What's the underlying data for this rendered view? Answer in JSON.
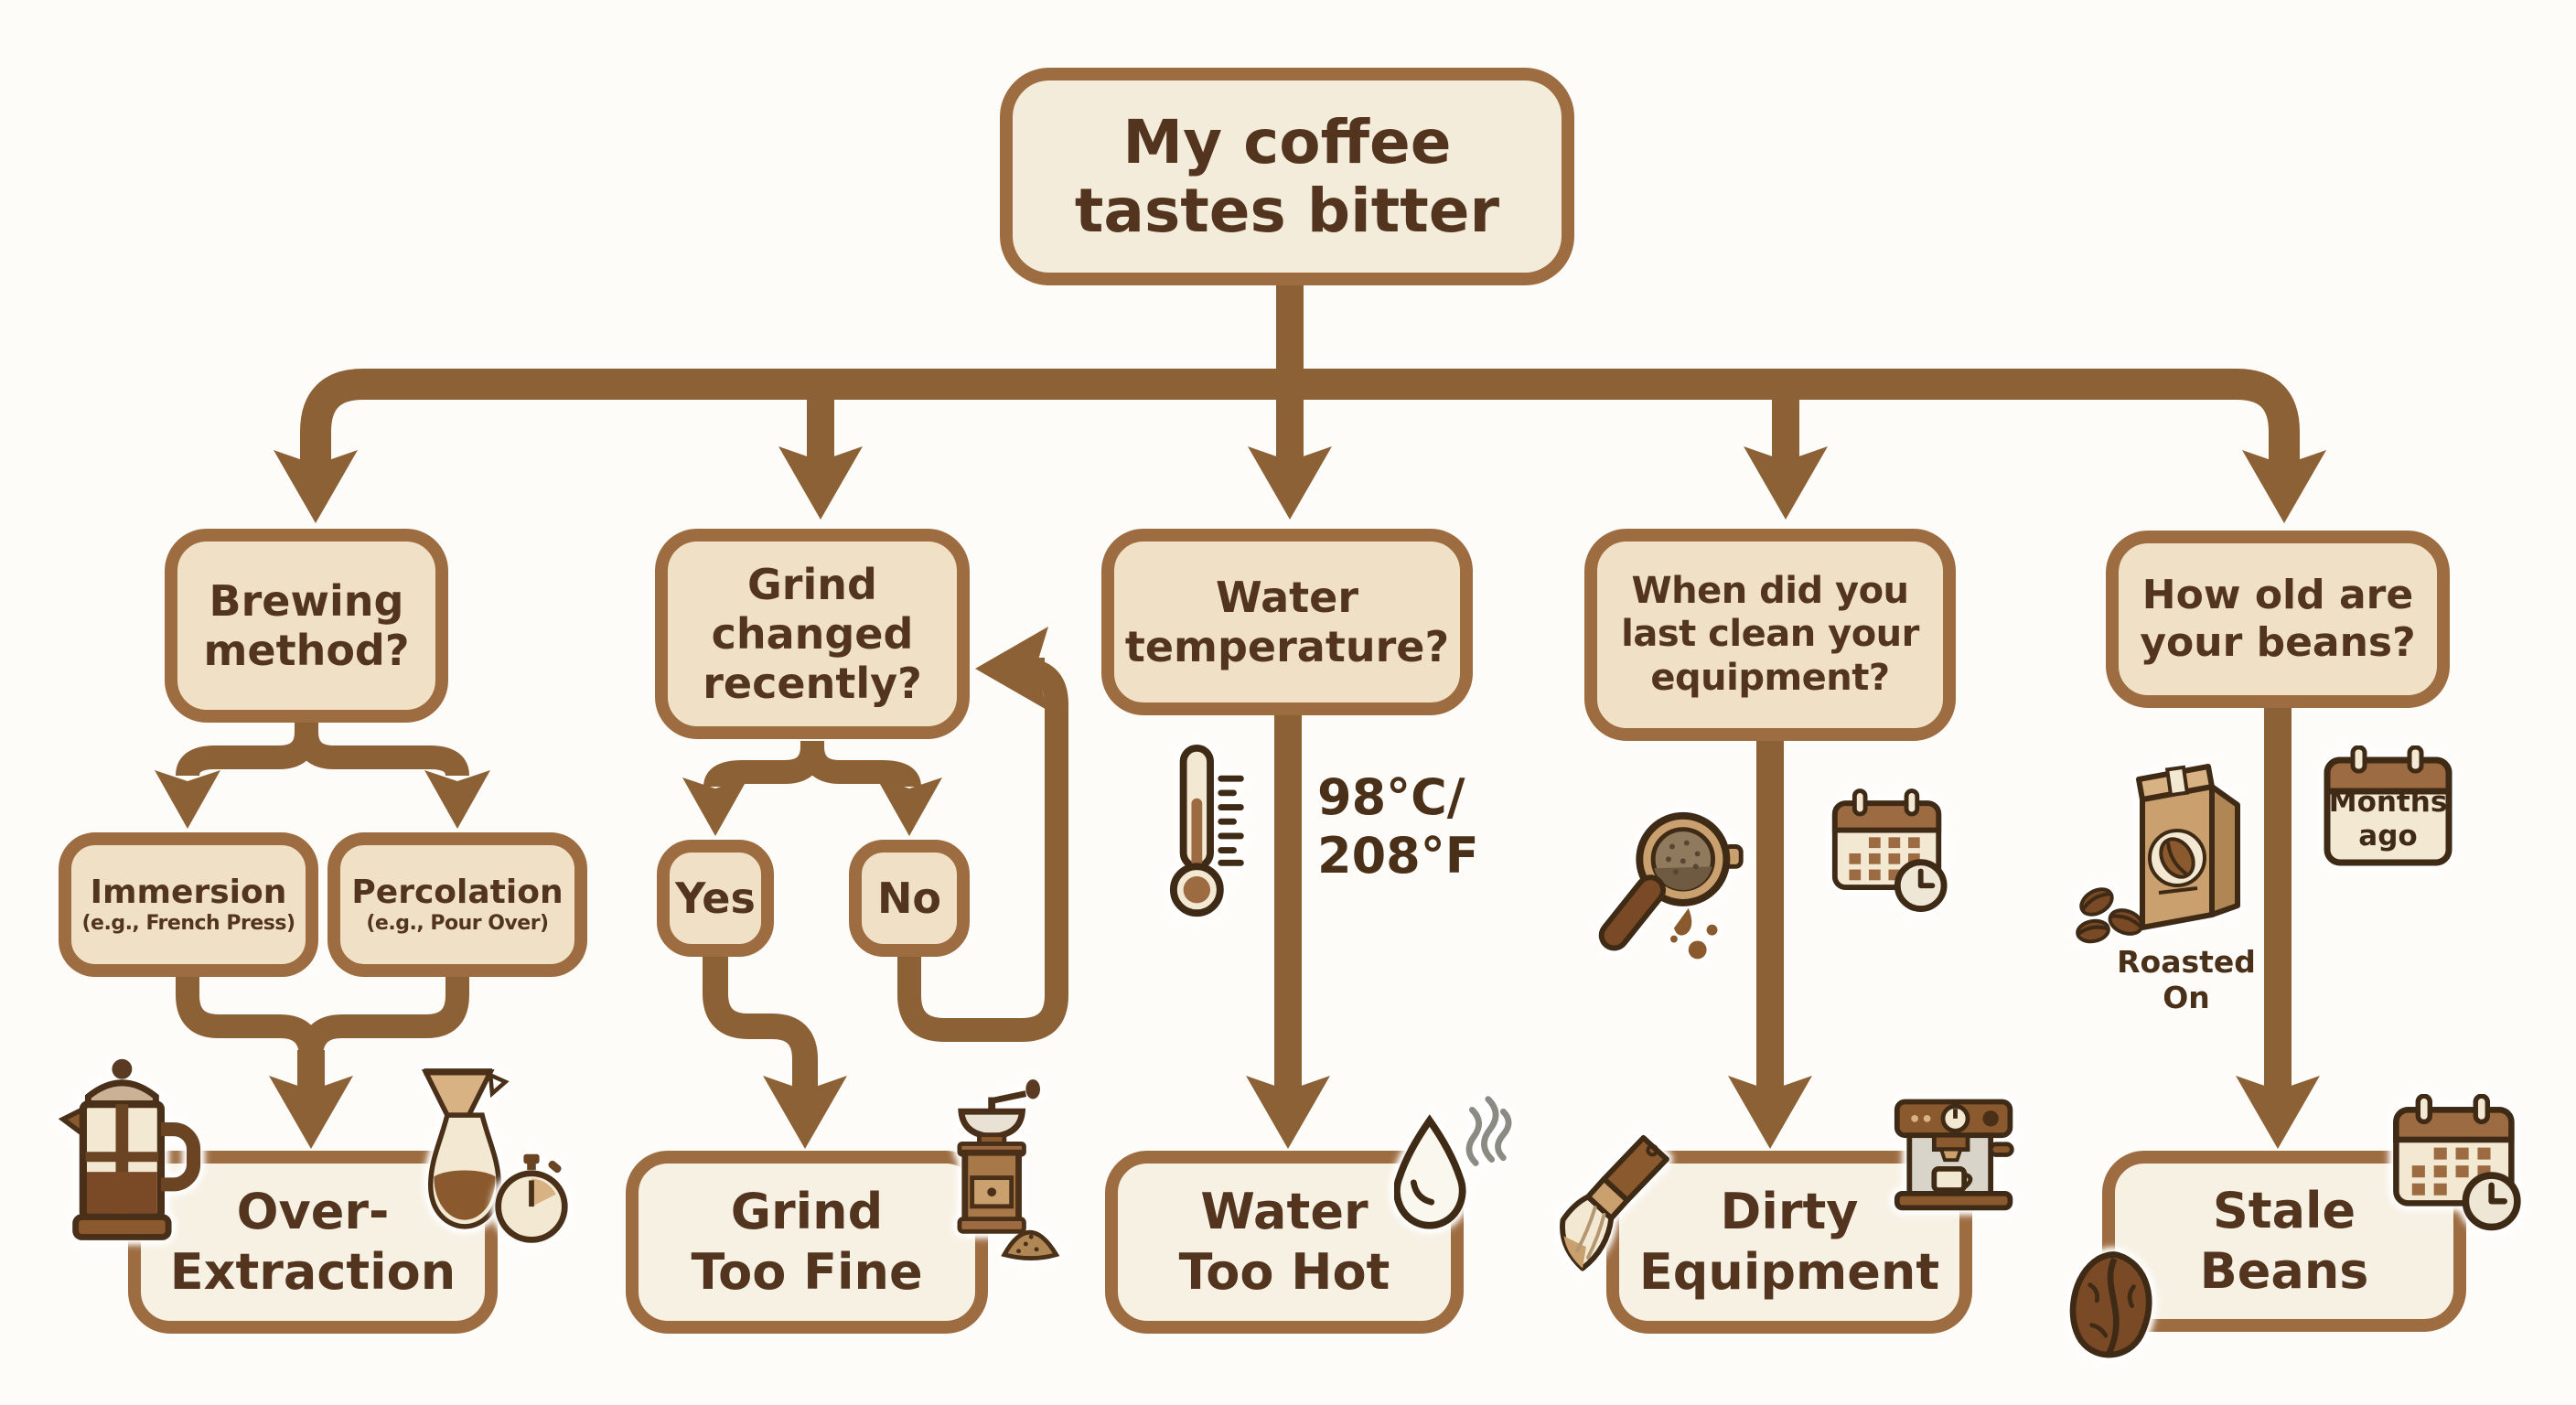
{
  "title_lines": [
    "My coffee",
    "tastes bitter"
  ],
  "branches": [
    {
      "question_lines": [
        "Brewing",
        "method?"
      ],
      "options": [
        {
          "label": "Immersion",
          "sub": "(e.g., French Press)"
        },
        {
          "label": "Percolation",
          "sub": "(e.g., Pour Over)"
        }
      ],
      "result_lines": [
        "Over-",
        "Extraction"
      ]
    },
    {
      "question_lines": [
        "Grind",
        "changed",
        "recently?"
      ],
      "options": [
        {
          "label": "Yes"
        },
        {
          "label": "No"
        }
      ],
      "result_lines": [
        "Grind",
        "Too Fine"
      ]
    },
    {
      "question_lines": [
        "Water",
        "temperature?"
      ],
      "annotation_lines": [
        "98°C/",
        "208°F"
      ],
      "result_lines": [
        "Water",
        "Too Hot"
      ]
    },
    {
      "question_lines": [
        "When did you",
        "last clean your",
        "equipment?"
      ],
      "result_lines": [
        "Dirty",
        "Equipment"
      ]
    },
    {
      "question_lines": [
        "How old are",
        "your beans?"
      ],
      "bag_label": "Roasted On",
      "calendar_lines": [
        "Months",
        "ago"
      ],
      "result_lines": [
        "Stale",
        "Beans"
      ]
    }
  ],
  "colors": {
    "background": "#fdfcf8",
    "connector": "#8d6136",
    "box_border": "#9d6c41",
    "question_fill": "#f0e1c6",
    "result_fill": "#f7f1e4",
    "text": "#53351f",
    "steam": "#8b8b84"
  }
}
